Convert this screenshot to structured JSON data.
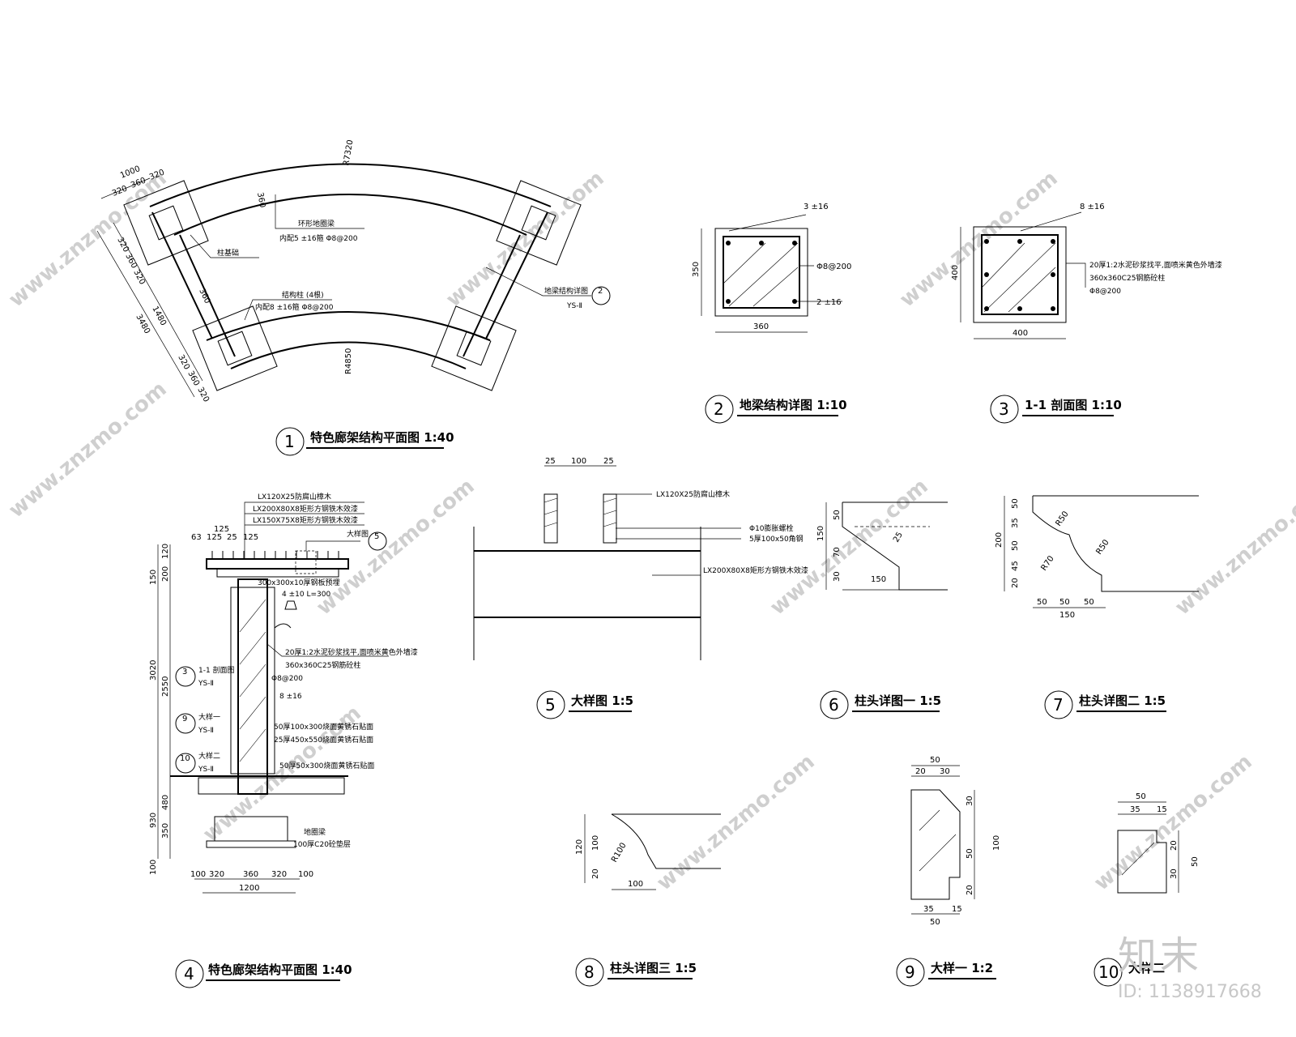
{
  "views": [
    {
      "no": "1",
      "title": "特色廊架结构平面图 1:40"
    },
    {
      "no": "2",
      "title": "地梁结构详图 1:10"
    },
    {
      "no": "3",
      "title": "1-1 剖面图 1:10"
    },
    {
      "no": "4",
      "title": "特色廊架结构平面图 1:40"
    },
    {
      "no": "5",
      "title": "大样图 1:5"
    },
    {
      "no": "6",
      "title": "柱头详图一 1:5"
    },
    {
      "no": "7",
      "title": "柱头详图二 1:5"
    },
    {
      "no": "8",
      "title": "柱头详图三 1:5"
    },
    {
      "no": "9",
      "title": "大样一 1:2"
    },
    {
      "no": "10",
      "title": "大样二"
    }
  ],
  "plan": {
    "r_outer": "R7320",
    "r_inner": "R4850",
    "d_top": [
      "1000",
      "320",
      "360",
      "320"
    ],
    "d_side": [
      "320",
      "360",
      "320"
    ],
    "d_side2": [
      "1480",
      "3480"
    ],
    "d_side3": [
      "320",
      "360",
      "320"
    ],
    "d_beam": "360",
    "d_beam2": "360",
    "lbl_ring": "环形地圈梁",
    "lbl_ring_rebar": "内配5 ±16箍 Φ8@200",
    "lbl_footing": "柱基础",
    "lbl_col": "结构柱 (4根)",
    "lbl_col_rebar": "内配8 ±16箍 Φ8@200",
    "lbl_ref": "地梁结构详图",
    "ref_no": "2",
    "ref_sheet": "YS-Ⅱ"
  },
  "beam": {
    "top": "3 ±16",
    "stirrup": "Φ8@200",
    "bottom": "2 ±16",
    "h": "350",
    "w": "360"
  },
  "section": {
    "top": "8 ±16",
    "note1": "20厚1:2水泥砂浆找平,面喷米黄色外墙漆",
    "note2": "360x360C25钢筋砼柱",
    "stirrup": "Φ8@200",
    "h": "400",
    "w": "400"
  },
  "elev": {
    "l1": "LX120X25防腐山樟木",
    "l2": "LX200X80X8矩形方钢铁木效漆",
    "l3": "LX150X75X8矩形方钢铁木效漆",
    "d_top": [
      "63",
      "125",
      "25",
      "125",
      "125"
    ],
    "ref5": "大样图",
    "ref5_no": "5",
    "cap": "300x300x10厚钢板预埋",
    "bolt": "4 ±10 L=300",
    "n1": "20厚1:2水泥砂浆找平,面喷米黄色外墙漆",
    "n2": "360x360C25钢筋砼柱",
    "n3": "Φ8@200",
    "n4": "8 ±16",
    "n5": "50厚100x300烧面黄锈石贴面",
    "n6": "25厚450x550烧面黄锈石贴面",
    "n7": "50厚50x300烧面黄锈石贴面",
    "n8": "地圈梁",
    "n9": "100厚C20砼垫层",
    "r1": "1-1 剖面图",
    "r1_no": "3",
    "r2": "大样一",
    "r2_no": "9",
    "r3": "大样二",
    "r3_no": "10",
    "sheet": "YS-Ⅱ",
    "v_dims": [
      "120",
      "200",
      "150",
      "3020",
      "2550",
      "480",
      "930",
      "350",
      "100"
    ],
    "h_dims": [
      "100",
      "320",
      "360",
      "320",
      "100"
    ],
    "h_total": "1200"
  },
  "detail5": {
    "d": [
      "25",
      "100",
      "25"
    ],
    "l1": "LX120X25防腐山樟木",
    "l2": "Φ10膨胀螺栓",
    "l3": "5厚100x50角钢",
    "l4": "LX200X80X8矩形方钢铁木效漆"
  },
  "detail6": {
    "v": [
      "50",
      "150",
      "70",
      "30"
    ],
    "ang": "25",
    "w": "150"
  },
  "detail7": {
    "v": [
      "50",
      "35",
      "200",
      "50",
      "45",
      "20"
    ],
    "r1": "R50",
    "r2": "R50",
    "r3": "R70",
    "h": [
      "50",
      "50",
      "50"
    ],
    "w": "150"
  },
  "detail8": {
    "v": [
      "120",
      "100",
      "20"
    ],
    "r": "R100",
    "w": "100"
  },
  "detail9": {
    "top": "50",
    "top2": [
      "20",
      "30"
    ],
    "v": [
      "30",
      "100",
      "50",
      "20"
    ],
    "bot": [
      "35",
      "15"
    ],
    "bot2": "50"
  },
  "detail10": {
    "top": "50",
    "top2": [
      "35",
      "15"
    ],
    "v": [
      "20",
      "30"
    ],
    "v2": "50"
  },
  "watermark": "www.znzmo.com",
  "brand": {
    "logo": "知末",
    "id": "ID: 1138917668"
  }
}
